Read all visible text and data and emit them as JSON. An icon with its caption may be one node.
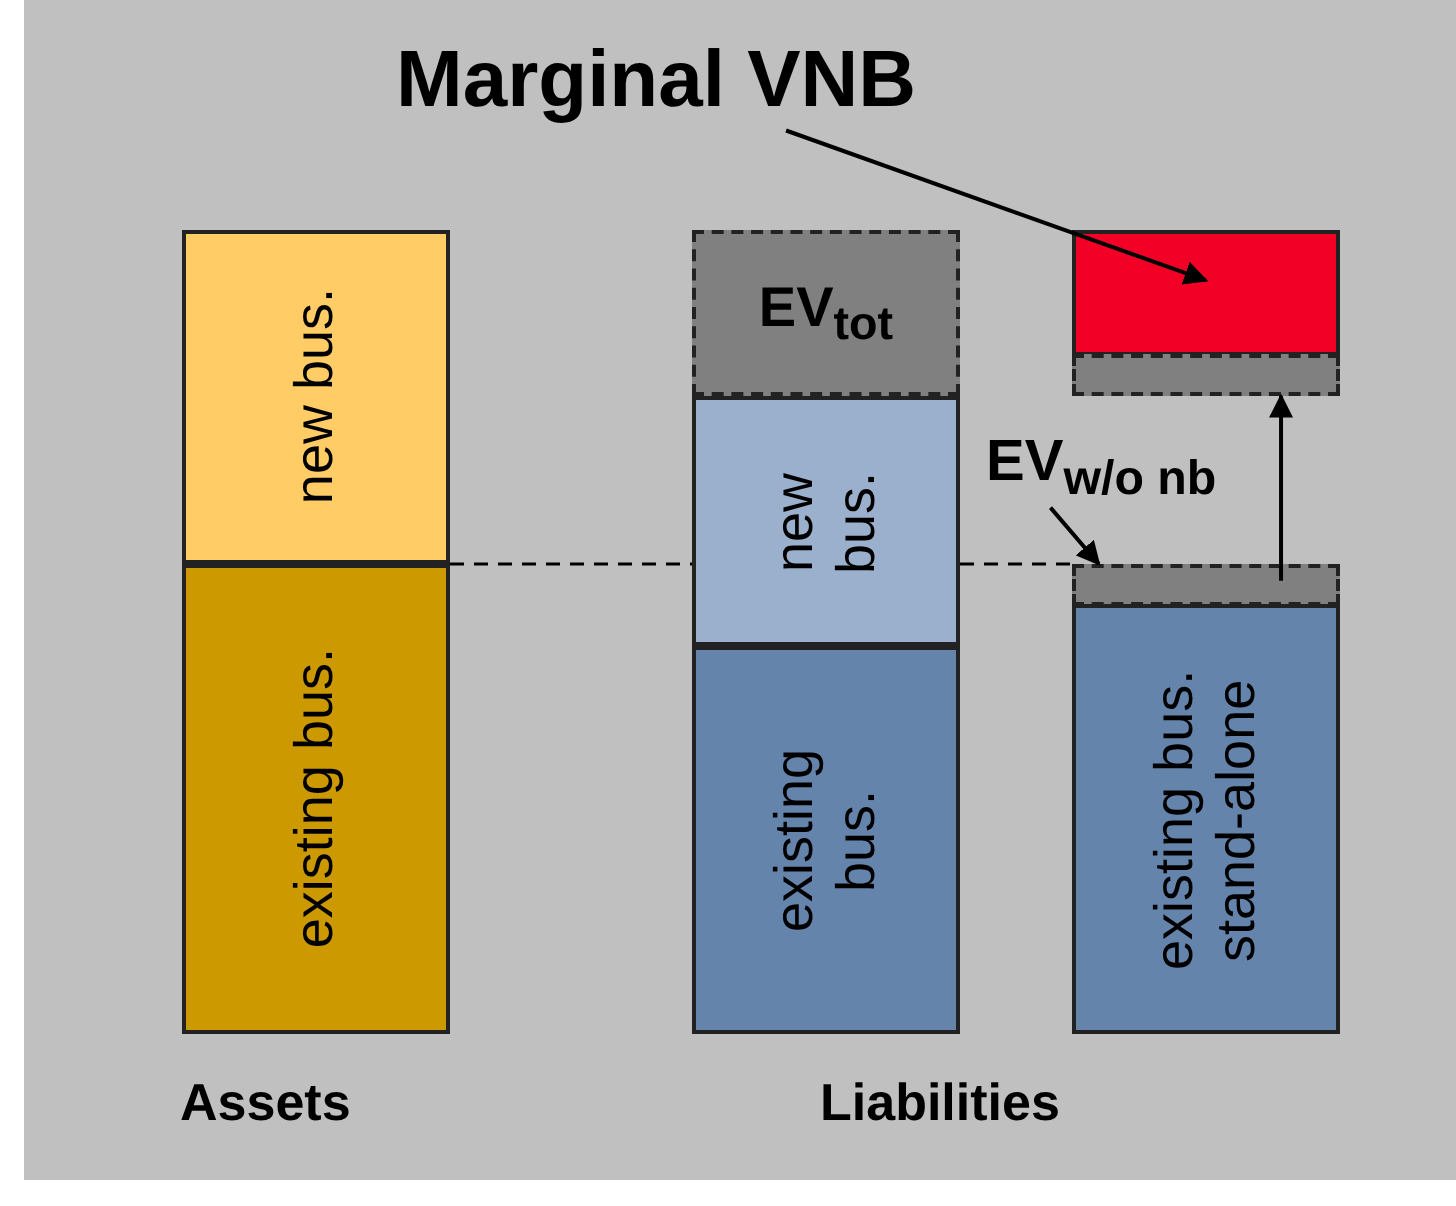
{
  "diagram": {
    "nodes": [
      {
        "text": [
          "Marginal VNB"
        ]
      },
      {
        "text": [
          "new bus."
        ]
      },
      {
        "text": [
          "existing bus."
        ]
      },
      {
        "text": [
          "EV$_{tot}$"
        ]
      },
      {
        "text": [
          "new bus."
        ]
      },
      {
        "text": [
          "existing bus."
        ]
      },
      {
        "text": [],
        "shape": "box"
      },
      {
        "text": [],
        "shape": "box"
      },
      {
        "text": [
          "EV$_{w/o nb}$"
        ]
      },
      {
        "text": [],
        "shape": "box"
      },
      {
        "text": [
          "existing bus. stand-alone"
        ]
      }
    ],
    "edges": [
      {
        "from": 0,
        "to": 6,
        "arrow": "to"
      },
      {
        "from": 8,
        "to": 9,
        "arrow": "to"
      },
      {
        "from": 9,
        "to": 7,
        "arrow": "to"
      },
      {
        "from": 1,
        "to": 4,
        "arrow": "none",
        "style": "dashed"
      },
      {
        "from": 4,
        "to": 9,
        "arrow": "none",
        "style": "dashed"
      }
    ],
    "labels": [
      "Assets",
      "Liabilities"
    ]
  }
}
